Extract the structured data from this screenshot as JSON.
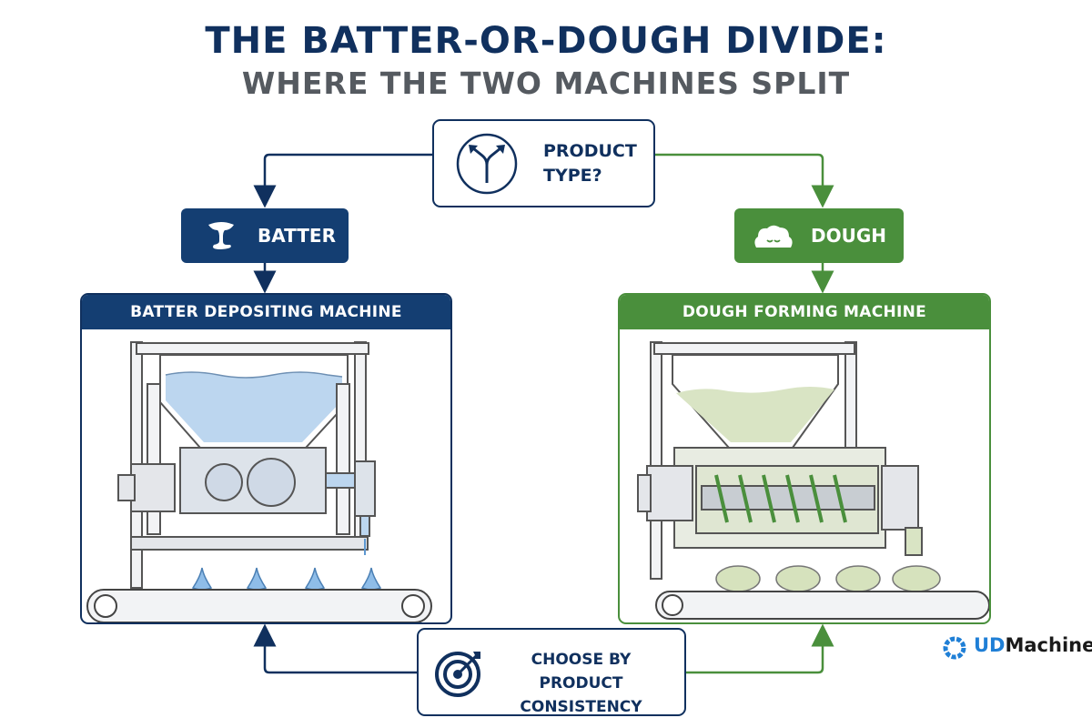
{
  "title": {
    "line1": "THE BATTER-OR-DOUGH DIVIDE:",
    "line2": "WHERE THE TWO MACHINES SPLIT"
  },
  "decision": {
    "label": "PRODUCT TYPE?",
    "icon": "split-arrows-icon"
  },
  "branches": {
    "batter": {
      "label": "BATTER",
      "icon": "batter-drip-icon",
      "color": "#143e72"
    },
    "dough": {
      "label": "DOUGH",
      "icon": "dough-ball-icon",
      "color": "#4a8f3c"
    }
  },
  "panels": {
    "batter": {
      "title": "BATTER DEPOSITING MACHINE"
    },
    "dough": {
      "title": "DOUGH FORMING MACHINE"
    }
  },
  "bottom": {
    "label": "CHOOSE BY PRODUCT CONSISTENCY",
    "icon": "target-icon"
  },
  "logo": {
    "prefix": "UD",
    "suffix": "Machine",
    "icon": "gear-logo-icon",
    "accent": "#1f7fd6"
  }
}
